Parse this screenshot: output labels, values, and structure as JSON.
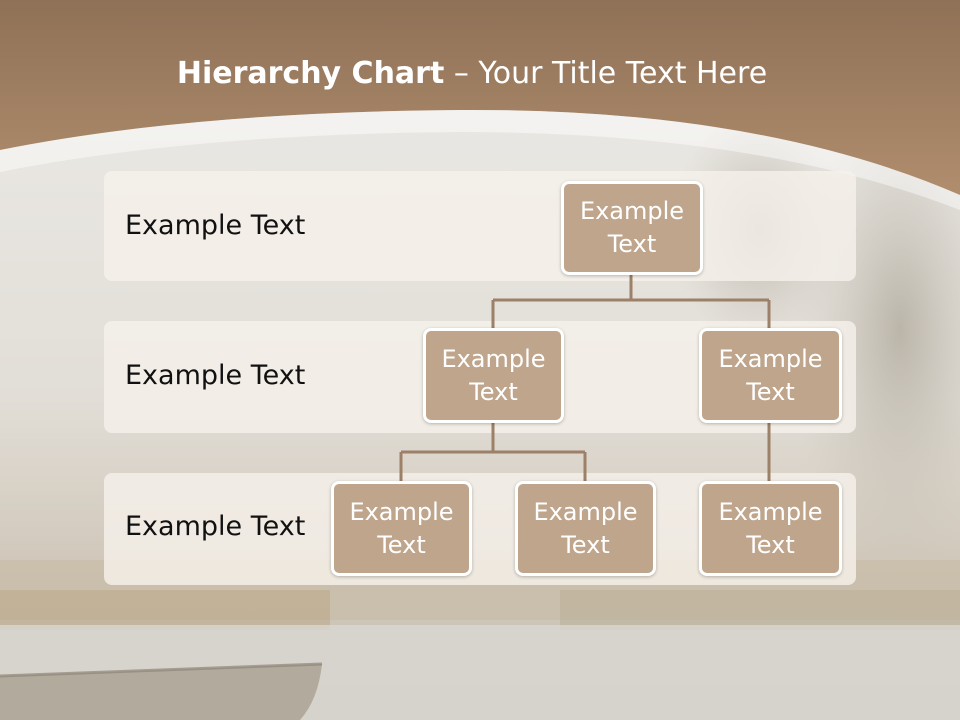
{
  "slide": {
    "title_bold": "Hierarchy Chart",
    "title_rest": " – Your Title Text Here"
  },
  "levels": [
    {
      "label": "Example Text"
    },
    {
      "label": "Example Text"
    },
    {
      "label": "Example Text"
    }
  ],
  "nodes": {
    "root": {
      "line1": "Example",
      "line2": "Text"
    },
    "l2_left": {
      "line1": "Example",
      "line2": "Text"
    },
    "l2_right": {
      "line1": "Example",
      "line2": "Text"
    },
    "l3_a": {
      "line1": "Example",
      "line2": "Text"
    },
    "l3_b": {
      "line1": "Example",
      "line2": "Text"
    },
    "l3_c": {
      "line1": "Example",
      "line2": "Text"
    }
  },
  "colors": {
    "header": "#9b7a5c",
    "node_fill": "#bfa58c",
    "connector": "#9c8068"
  }
}
